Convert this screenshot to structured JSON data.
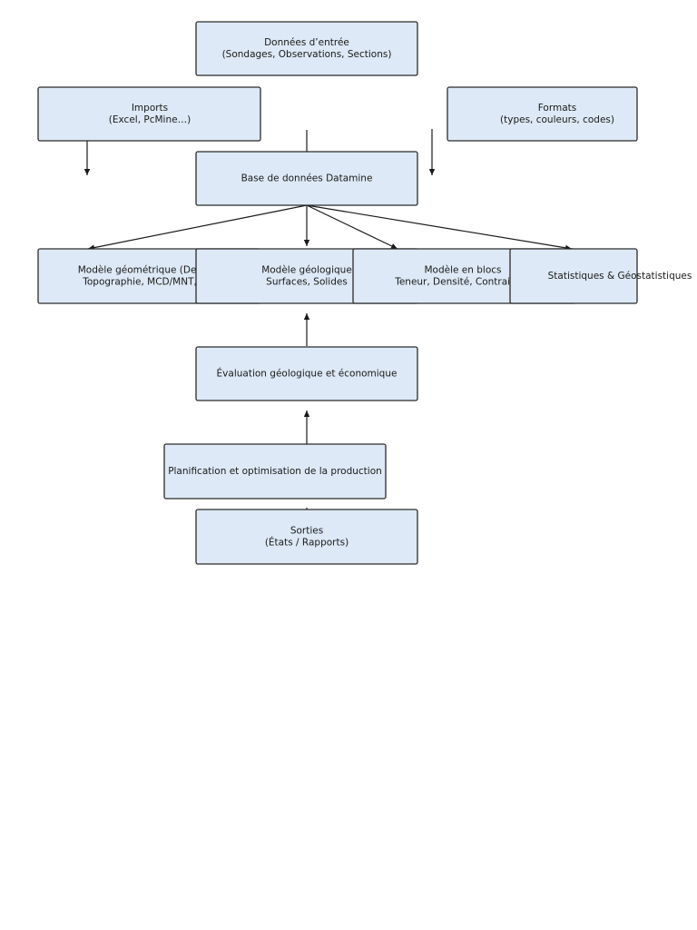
{
  "diagram": {
    "type": "flowchart",
    "colors": {
      "box_fill": "#dde9f6",
      "box_stroke": "#2b2b2b",
      "text": "#1a1a1a",
      "arrow": "#1a1a1a"
    },
    "nodes": [
      {
        "id": "entree",
        "lines": [
          "Données d’entrée",
          "(Sondages, Observations, Sections)"
        ]
      },
      {
        "id": "imports",
        "lines": [
          "Imports",
          "(Excel, PcMine…)"
        ]
      },
      {
        "id": "formats",
        "lines": [
          "Formats",
          "(types, couleurs, codes)"
        ]
      },
      {
        "id": "base",
        "lines": [
          "Base de données Datamine"
        ]
      },
      {
        "id": "geom",
        "lines": [
          "Modèle géométrique (Design)",
          "Topographie, MCD/MNT, Fils"
        ]
      },
      {
        "id": "geol",
        "lines": [
          "Modèle géologique",
          "Surfaces, Solides"
        ]
      },
      {
        "id": "blocs",
        "lines": [
          "Modèle en blocs",
          "Teneur, Densité, Contraintes"
        ]
      },
      {
        "id": "stats",
        "lines": [
          "Statistiques & Géostatistiques"
        ]
      },
      {
        "id": "eval",
        "lines": [
          "Évaluation géologique et économique"
        ]
      },
      {
        "id": "plan",
        "lines": [
          "Planification et optimisation de la production"
        ]
      },
      {
        "id": "sorties",
        "lines": [
          "Sorties",
          "(États / Rapports)"
        ]
      }
    ],
    "edges": [
      {
        "from": "imports",
        "to": "imports-down"
      },
      {
        "from": "entree",
        "to": "base"
      },
      {
        "from": "formats",
        "to": "formats-down"
      },
      {
        "from": "base",
        "to": "geom"
      },
      {
        "from": "base",
        "to": "geol"
      },
      {
        "from": "base",
        "to": "blocs"
      },
      {
        "from": "base",
        "to": "stats"
      },
      {
        "from": "eval",
        "to": "geol"
      },
      {
        "from": "plan",
        "to": "eval"
      },
      {
        "from": "sorties",
        "to": "plan"
      }
    ]
  }
}
